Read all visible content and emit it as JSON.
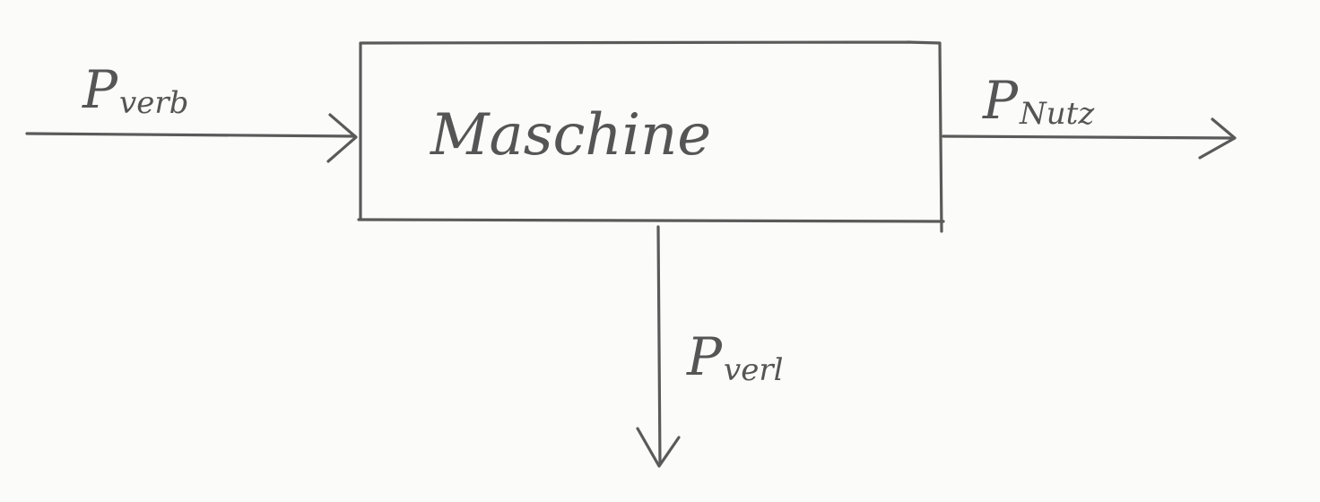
{
  "diagram": {
    "box": {
      "label": "Maschine"
    },
    "input": {
      "symbol": "P",
      "subscript": "verb"
    },
    "output": {
      "symbol": "P",
      "subscript": "Nutz"
    },
    "loss": {
      "symbol": "P",
      "subscript": "verl"
    }
  },
  "colors": {
    "stroke": "#5a5a5a",
    "text": "#555555",
    "paper": "#fbfbfa"
  }
}
